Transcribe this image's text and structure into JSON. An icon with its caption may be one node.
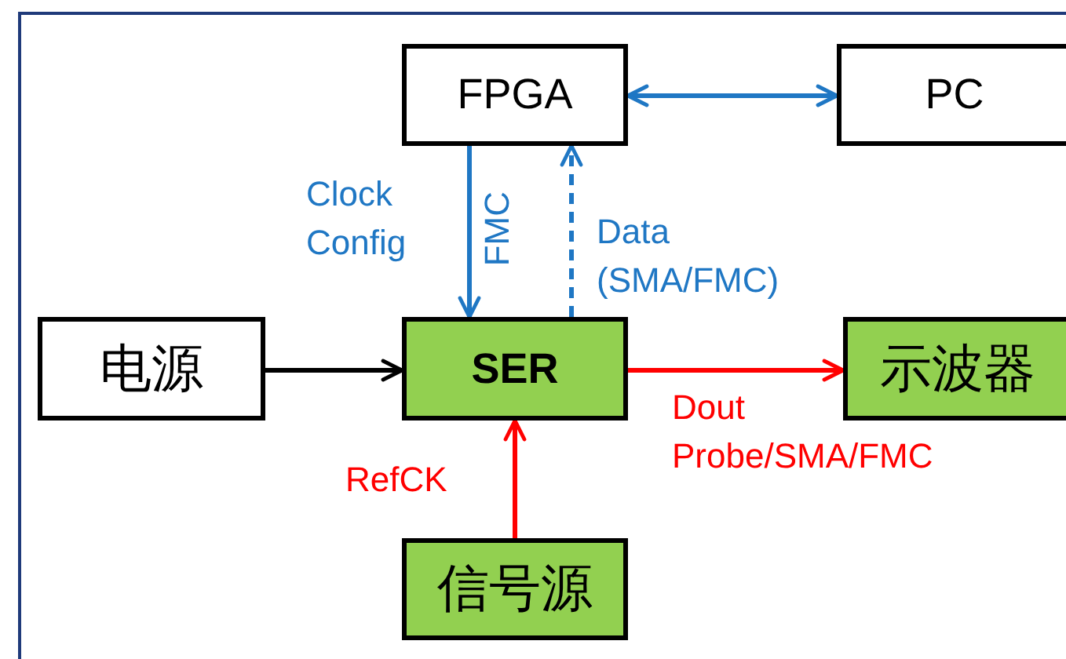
{
  "diagram": {
    "nodes": [
      {
        "text": [
          "FPGA"
        ]
      },
      {
        "text": [
          "PC"
        ]
      },
      {
        "text": [
          "电源"
        ]
      },
      {
        "text": [
          "SER"
        ]
      },
      {
        "text": [
          "示波器"
        ]
      },
      {
        "text": [
          "信号源"
        ]
      }
    ],
    "edges": [
      {
        "from": 0,
        "to": 1,
        "arrow": "both",
        "color": "#1f77c4"
      },
      {
        "from": 0,
        "to": 3,
        "arrow": "to",
        "label": "FMC",
        "color": "#1f77c4"
      },
      {
        "from": 3,
        "to": 0,
        "arrow": "to",
        "label": "Data (SMA/FMC)",
        "style": "dashed",
        "color": "#1f77c4"
      },
      {
        "from": 2,
        "to": 3,
        "arrow": "to",
        "color": "#000000"
      },
      {
        "from": 3,
        "to": 4,
        "arrow": "to",
        "label": "Dout Probe/SMA/FMC",
        "color": "#ff0000"
      },
      {
        "from": 5,
        "to": 3,
        "arrow": "to",
        "label": "RefCK",
        "color": "#ff0000"
      }
    ],
    "labels": [
      "Clock Config"
    ]
  }
}
